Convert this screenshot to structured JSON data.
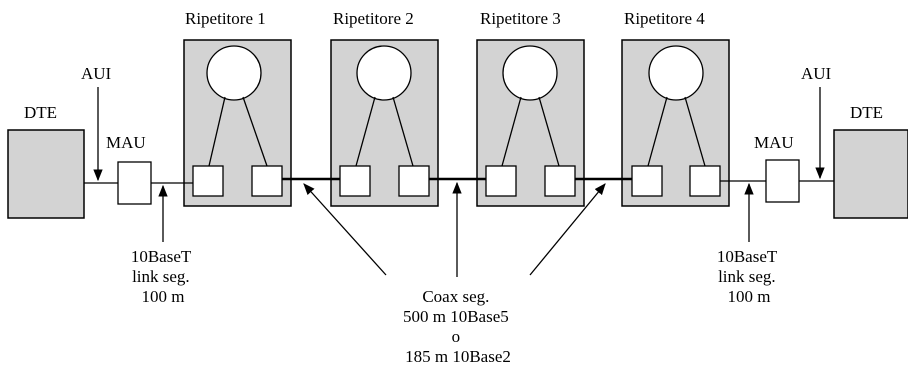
{
  "repeaters": [
    {
      "label": "Ripetitore 1"
    },
    {
      "label": "Ripetitore 2"
    },
    {
      "label": "Ripetitore 3"
    },
    {
      "label": "Ripetitore 4"
    }
  ],
  "left": {
    "dte_label": "DTE",
    "aui_label": "AUI",
    "mau_label": "MAU",
    "link_lines": [
      "10BaseT",
      "link seg.",
      "100 m"
    ]
  },
  "right": {
    "dte_label": "DTE",
    "aui_label": "AUI",
    "mau_label": "MAU",
    "link_lines": [
      "10BaseT",
      "link seg.",
      "100 m"
    ]
  },
  "coax": {
    "lines": [
      "Coax seg.",
      "500 m 10Base5",
      "o",
      "185 m 10Base2"
    ]
  },
  "colors": {
    "box_fill": "#d3d3d3",
    "stroke": "#000000"
  }
}
